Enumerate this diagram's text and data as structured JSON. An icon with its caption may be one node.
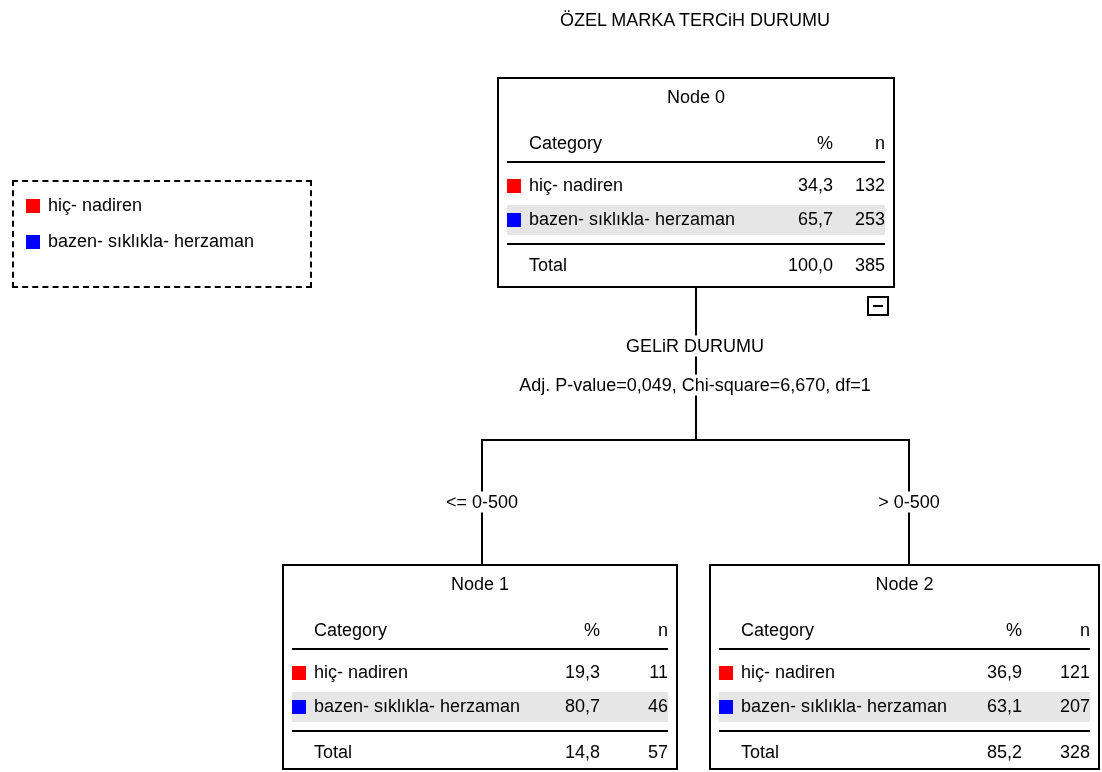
{
  "diagram": {
    "title": "ÖZEL MARKA TERCiH DURUMU",
    "nodes": [
      {
        "text": [
          "Node 0",
          "Category",
          "%",
          "n",
          "hiç- nadiren",
          "34,3",
          "132",
          "bazen- sıklıkla- herzaman",
          "65,7",
          "253",
          "Total",
          "100,0",
          "385"
        ]
      },
      {
        "text": [
          "Node 1",
          "Category",
          "%",
          "n",
          "hiç- nadiren",
          "19,3",
          "11",
          "bazen- sıklıkla- herzaman",
          "80,7",
          "46",
          "Total",
          "14,8",
          "57"
        ]
      },
      {
        "text": [
          "Node 2",
          "Category",
          "%",
          "n",
          "hiç- nadiren",
          "36,9",
          "121",
          "bazen- sıklıkla- herzaman",
          "63,1",
          "207",
          "Total",
          "85,2",
          "328"
        ]
      }
    ],
    "edges": [
      {
        "from": 0,
        "to": 1,
        "arrow": "none",
        "label": "<= 0-500"
      },
      {
        "from": 0,
        "to": 2,
        "arrow": "none",
        "label": "> 0-500"
      }
    ],
    "labels": [
      "GELiR DURUMU",
      "Adj. P-value=0,049, Chi-square=6,670, df=1"
    ],
    "legend": [
      {
        "text": "hiç- nadiren",
        "color": "#ff0000"
      },
      {
        "text": "bazen- sıklıkla- herzaman",
        "color": "#0000ff"
      }
    ]
  }
}
